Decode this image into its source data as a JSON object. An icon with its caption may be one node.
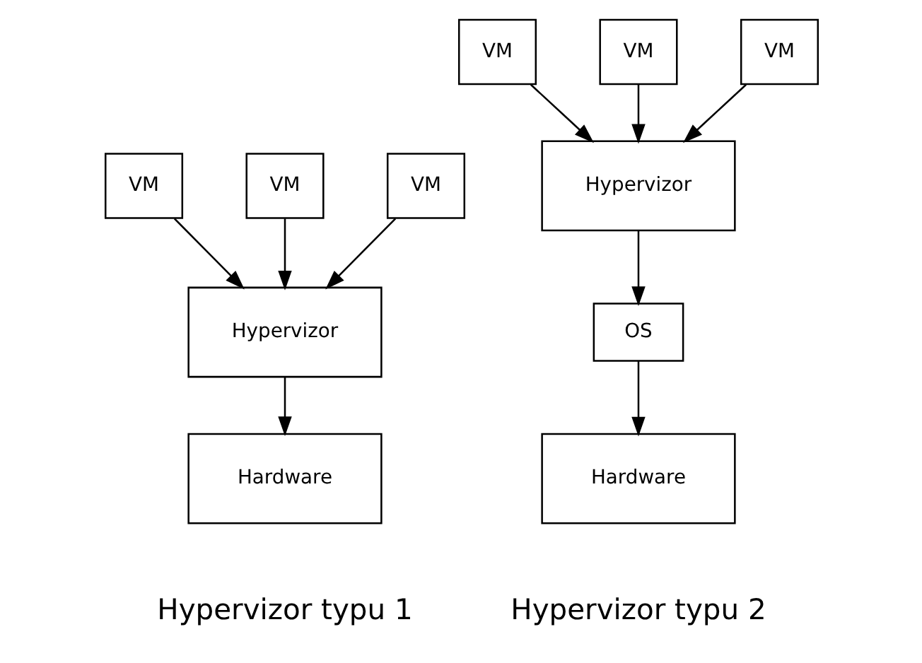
{
  "diagram": {
    "nodes": [
      {
        "text": [
          "VM"
        ]
      },
      {
        "text": [
          "VM"
        ]
      },
      {
        "text": [
          "VM"
        ]
      },
      {
        "text": [
          "Hypervizor"
        ]
      },
      {
        "text": [
          "Hardware"
        ]
      },
      {
        "text": [
          "VM"
        ]
      },
      {
        "text": [
          "VM"
        ]
      },
      {
        "text": [
          "VM"
        ]
      },
      {
        "text": [
          "Hypervizor"
        ]
      },
      {
        "text": [
          "OS"
        ]
      },
      {
        "text": [
          "Hardware"
        ]
      }
    ],
    "edges": [
      {
        "from": 0,
        "to": 3,
        "arrow": "to"
      },
      {
        "from": 1,
        "to": 3,
        "arrow": "to"
      },
      {
        "from": 2,
        "to": 3,
        "arrow": "to"
      },
      {
        "from": 3,
        "to": 4,
        "arrow": "to"
      },
      {
        "from": 5,
        "to": 8,
        "arrow": "to"
      },
      {
        "from": 6,
        "to": 8,
        "arrow": "to"
      },
      {
        "from": 7,
        "to": 8,
        "arrow": "to"
      },
      {
        "from": 8,
        "to": 9,
        "arrow": "to"
      },
      {
        "from": 9,
        "to": 10,
        "arrow": "to"
      }
    ],
    "labels": [
      "Hypervizor typu 1",
      "Hypervizor typu 2"
    ]
  }
}
